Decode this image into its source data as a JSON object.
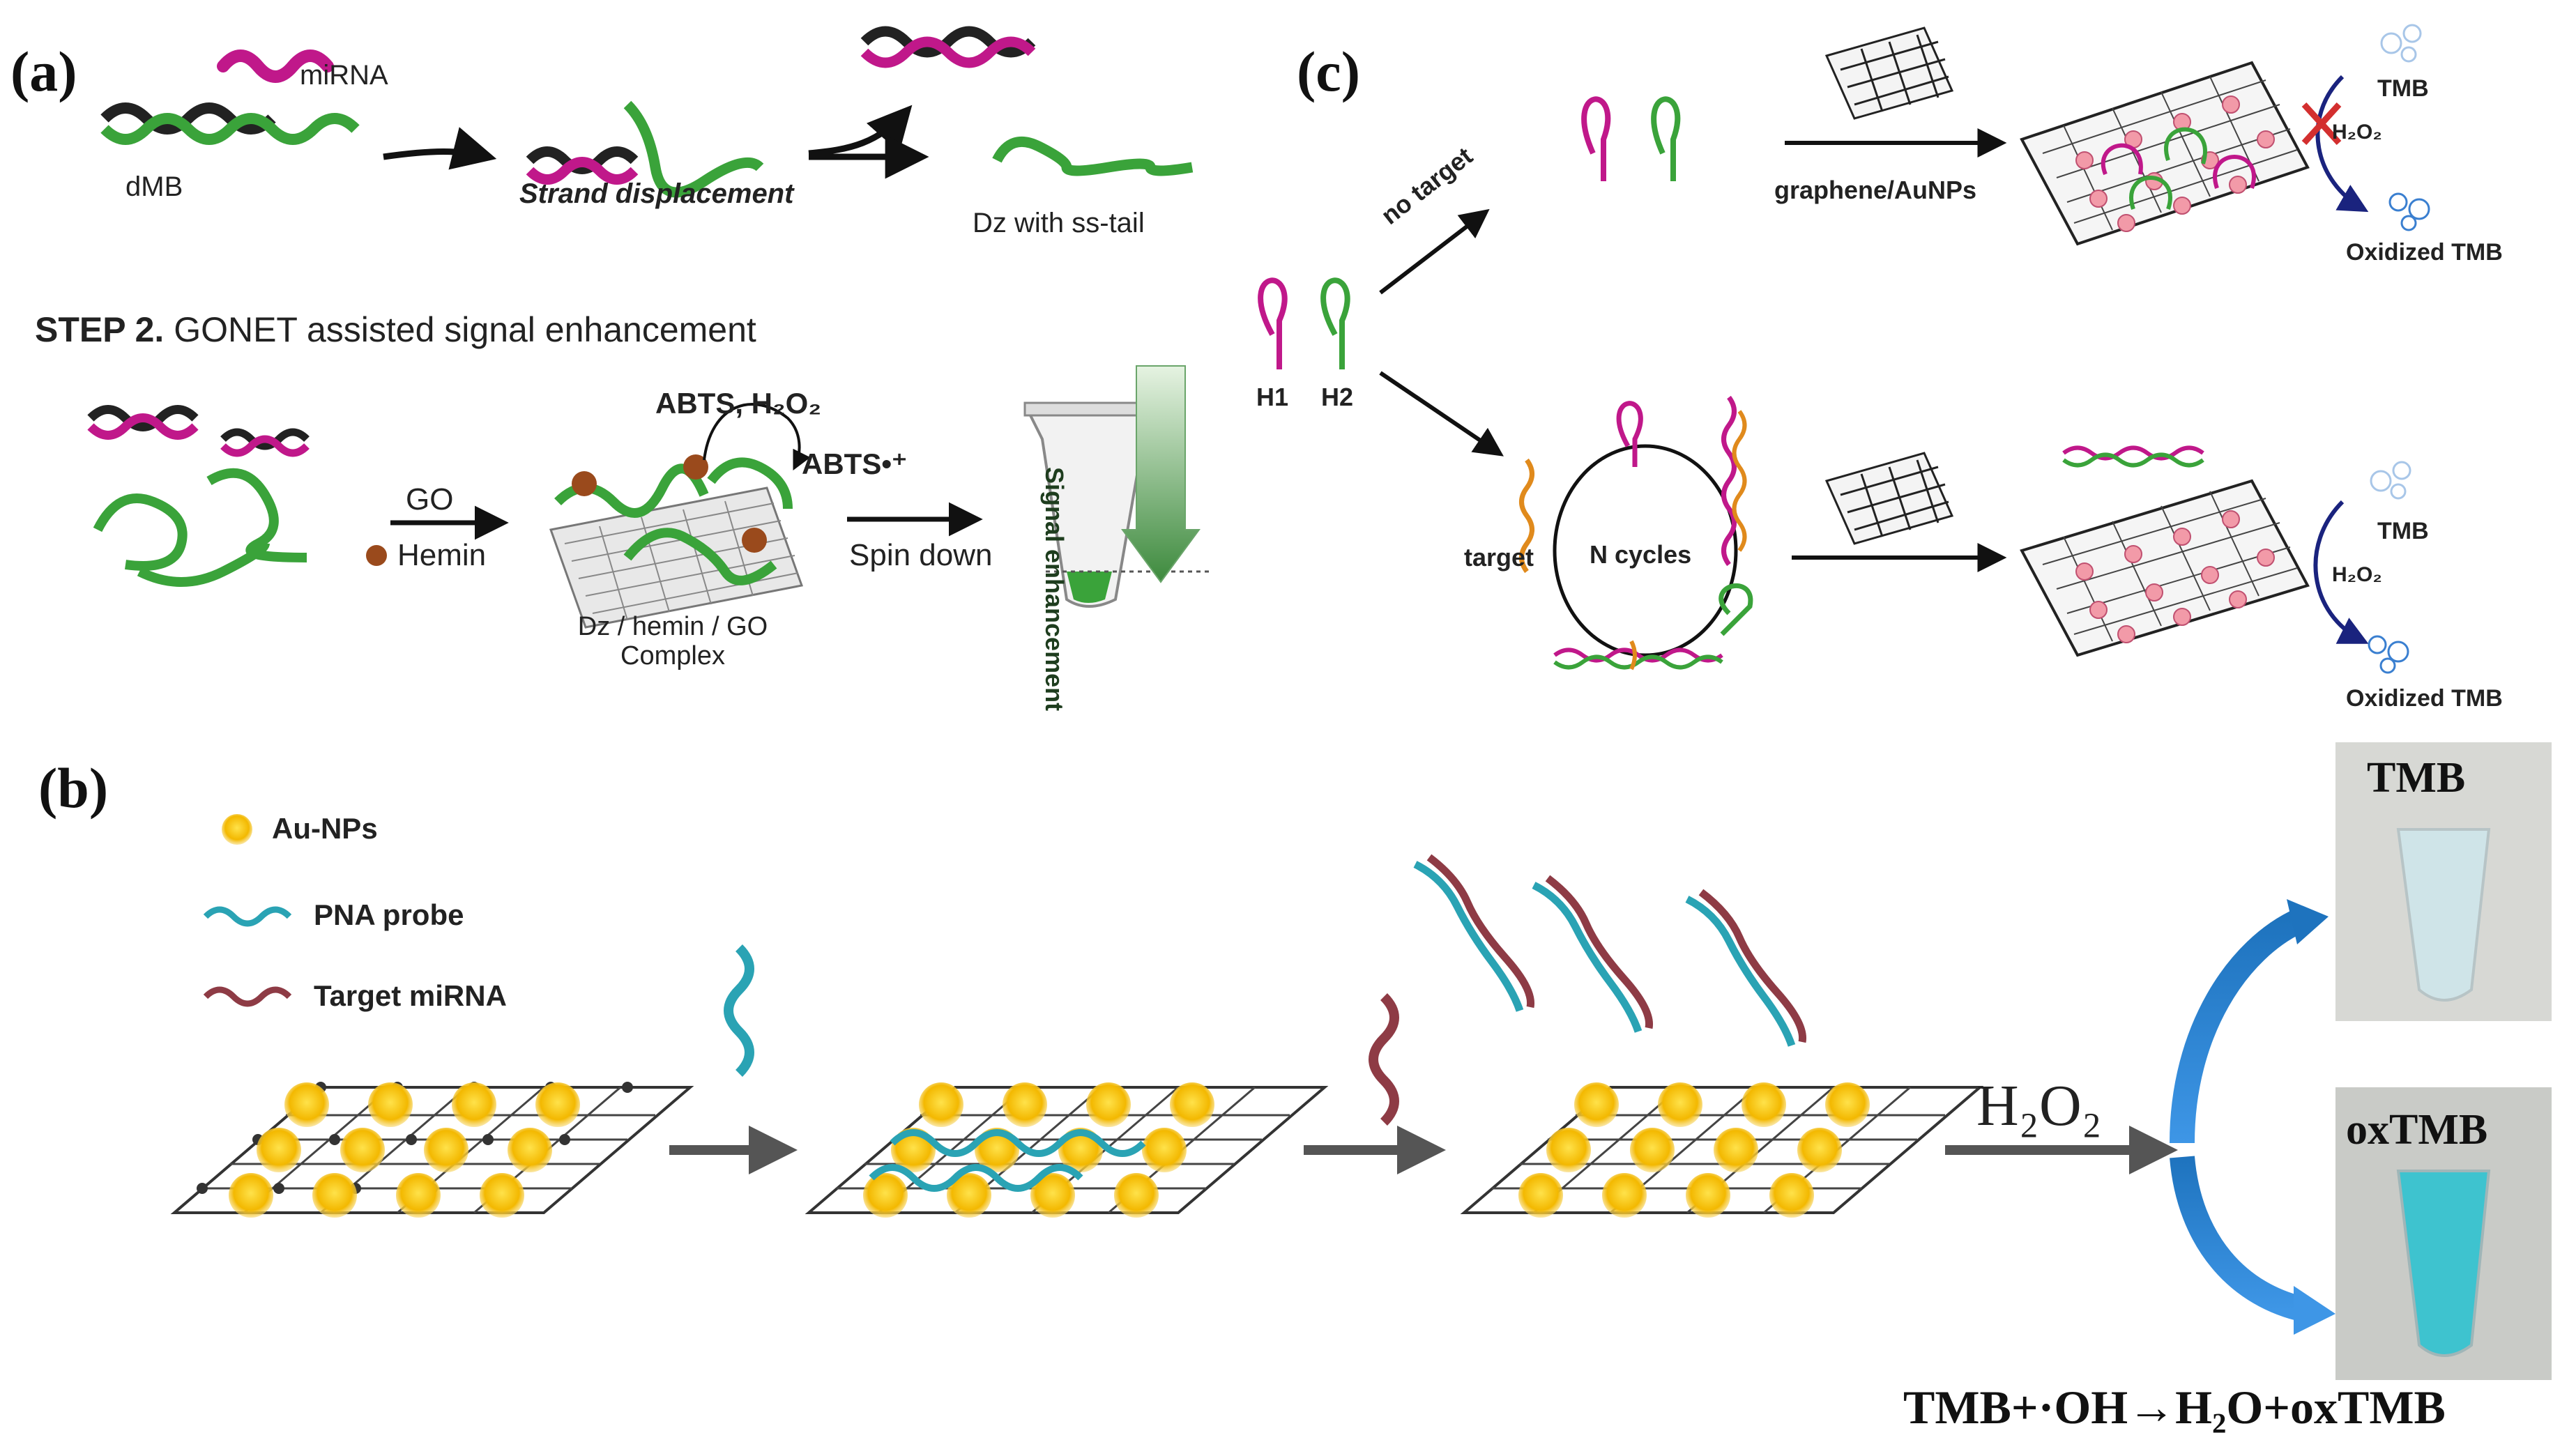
{
  "panels": {
    "a": {
      "label": "(a)",
      "mirna": "miRNA",
      "dmb": "dMB",
      "strand_displacement": "Strand displacement",
      "dz_tail": "Dz with ss-tail",
      "step2_prefix": "STEP 2.",
      "step2_text": "GONET assisted signal enhancement",
      "abts_h2o2": "ABTS, H₂O₂",
      "abts_radical": "ABTS•⁺",
      "go": "GO",
      "hemin": "Hemin",
      "spin_down": "Spin down",
      "complex_line1": "Dz / hemin / GO",
      "complex_line2": "Complex",
      "signal_enhancement": "Signal enhancement"
    },
    "b": {
      "label": "(b)",
      "legend_aunps": "Au-NPs",
      "legend_pna": "PNA probe",
      "legend_target": "Target miRNA",
      "h2o2": "H₂O₂",
      "tmb_photo": "TMB",
      "oxtmb_photo": "oxTMB",
      "equation": "TMB+·OH→H₂O+oxTMB"
    },
    "c": {
      "label": "(c)",
      "no_target": "no target",
      "graphene_aunps": "graphene/AuNPs",
      "h1": "H1",
      "h2": "H2",
      "target": "target",
      "n_cycles": "N cycles",
      "tmb_top": "TMB",
      "h2o2_top": "H₂O₂",
      "oxidized_top": "Oxidized TMB",
      "tmb_bottom": "TMB",
      "h2o2_bottom": "H₂O₂",
      "oxidized_bottom": "Oxidized TMB"
    }
  },
  "colors": {
    "magenta": "#c0188a",
    "green": "#3aa33a",
    "orange": "#e08a1c",
    "teal": "#2aa3b4",
    "maroon": "#8e3b45",
    "gold": "#f3b800",
    "navy": "#1a237e",
    "red": "#d32f2f"
  }
}
